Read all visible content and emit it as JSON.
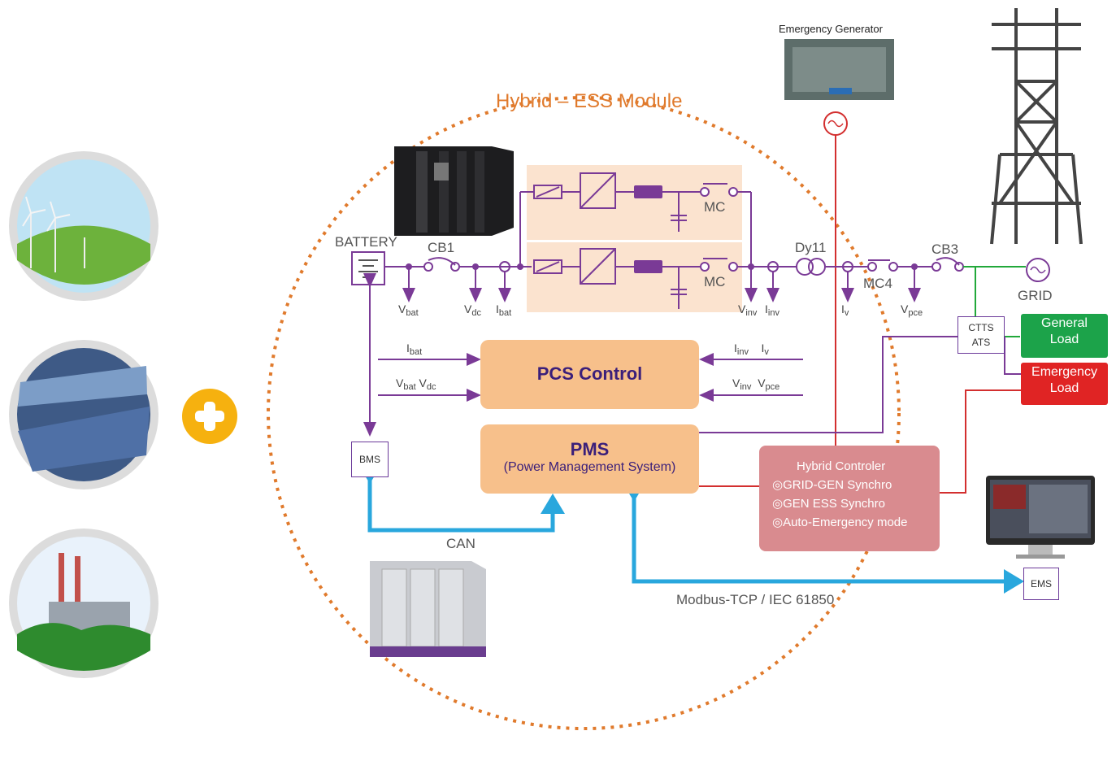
{
  "module_title": "Hybrid – ESS Module",
  "generator_label": "Emergency Generator",
  "battery_label": "BATTERY",
  "cb1_label": "CB1",
  "cb3_label": "CB3",
  "mc_label": "MC",
  "mc4_label": "MC4",
  "dy11_label": "Dy11",
  "grid_label": "GRID",
  "measurements": {
    "v_bat": {
      "main": "V",
      "sub": "bat"
    },
    "v_dc": {
      "main": "V",
      "sub": "dc"
    },
    "i_bat": {
      "main": "I",
      "sub": "bat"
    },
    "v_inv": {
      "main": "V",
      "sub": "inv"
    },
    "i_inv": {
      "main": "I",
      "sub": "inv"
    },
    "i_v": {
      "main": "I",
      "sub": "v"
    },
    "v_pce": {
      "main": "V",
      "sub": "pce"
    }
  },
  "pcs_control": {
    "title": "PCS Control",
    "in_left_1": {
      "main": "I",
      "sub": "bat"
    },
    "in_left_2a": {
      "main": "V",
      "sub": "bat"
    },
    "in_left_2b": {
      "main": "V",
      "sub": "dc"
    },
    "in_right_1a": {
      "main": "I",
      "sub": "inv"
    },
    "in_right_1b": {
      "main": "I",
      "sub": "v"
    },
    "in_right_2a": {
      "main": "V",
      "sub": "inv"
    },
    "in_right_2b": {
      "main": "V",
      "sub": "pce"
    }
  },
  "pms": {
    "title": "PMS",
    "subtitle": "(Power Management System)"
  },
  "bms_label": "BMS",
  "can_label": "CAN",
  "ctts_label_1": "CTTS",
  "ctts_label_2": "ATS",
  "general_load": {
    "line1": "General",
    "line2": "Load",
    "color": "#1ca34a"
  },
  "emergency_load": {
    "line1": "Emergency",
    "line2": "Load",
    "color": "#e02424"
  },
  "hybrid_controller": {
    "title": "Hybrid Controler",
    "items": [
      "◎GRID-GEN Synchro",
      "◎GEN ESS Synchro",
      "◎Auto-Emergency mode"
    ]
  },
  "ems_label": "EMS",
  "modbus_label": "Modbus-TCP / IEC 61850",
  "colors": {
    "bus": "#7a3a96",
    "comm": "#29a7dd",
    "dotted": "#e07a2c",
    "gen_line": "#d32f2f",
    "grid_line": "#22a83a"
  }
}
